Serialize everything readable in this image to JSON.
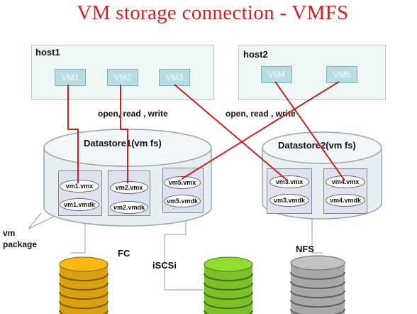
{
  "title": "VM storage connection - VMFS",
  "hosts": [
    {
      "label": "host1",
      "vms": [
        "VM1",
        "VM2",
        "VM3"
      ]
    },
    {
      "label": "host2",
      "vms": [
        "VM4",
        "VM5"
      ]
    }
  ],
  "connection_labels": [
    "open, read , write",
    "open, read , write"
  ],
  "datastores": [
    {
      "label": "Datastore1(vm fs)"
    },
    {
      "label": "Datastore2(vm fs)"
    }
  ],
  "vm_packages": [
    {
      "files": [
        "vm1.vmx",
        "vm1.vmdk"
      ]
    },
    {
      "files": [
        "vm2.vmx",
        "vm2.vmdk"
      ]
    },
    {
      "files": [
        "vm5.vmx",
        "vm5.vmdk"
      ]
    },
    {
      "files": [
        "vm3.vmx",
        "vm3.vmdk"
      ]
    },
    {
      "files": [
        "vm4.vmx",
        "vm4.vmdk"
      ]
    }
  ],
  "vm_package_label": "vm package",
  "storage": [
    {
      "label": "FC",
      "color": "#d9a010"
    },
    {
      "label": "iSCSi",
      "color": "#7cc02a"
    },
    {
      "label": "NFS",
      "color": "#a8a8a8"
    }
  ],
  "colors": {
    "title": "#d42020",
    "link": "#cc2020",
    "host_bg": "#eef6f6",
    "vm_box": "#b8dde2"
  }
}
